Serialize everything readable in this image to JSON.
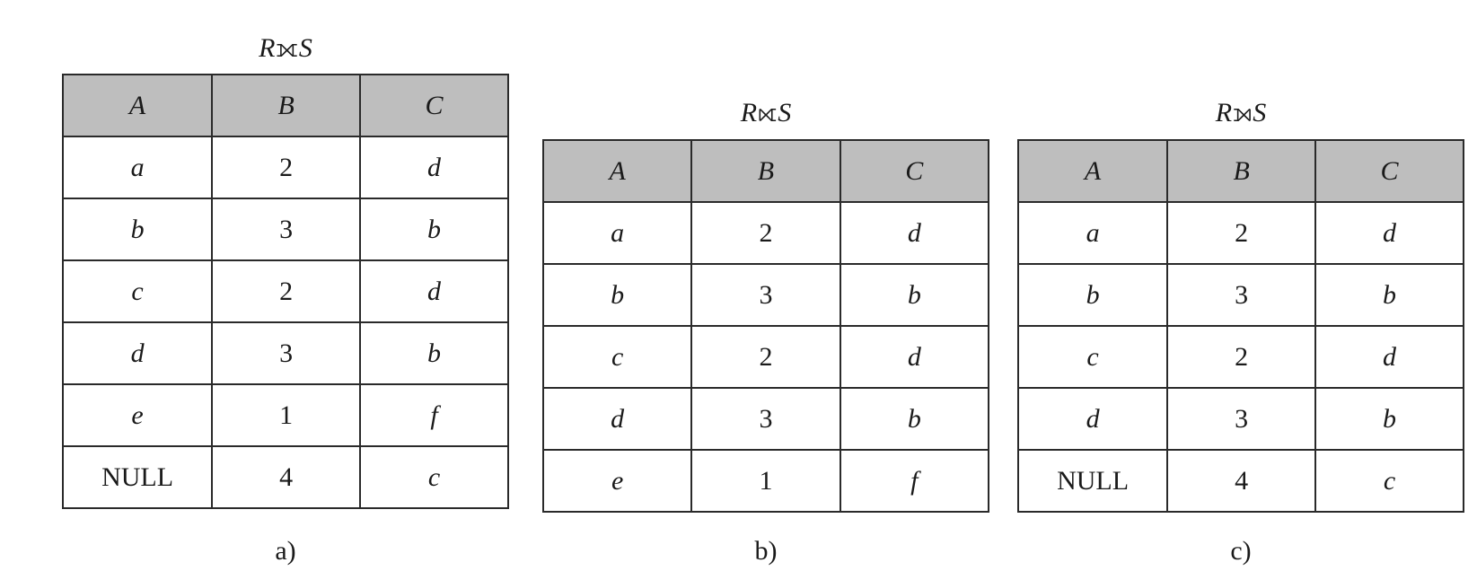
{
  "tables": [
    {
      "caption": "a)",
      "title": {
        "left": "R",
        "symbol": "⟗",
        "right": "S"
      },
      "headers": [
        "A",
        "B",
        "C"
      ],
      "rows": [
        [
          "a",
          "2",
          "d"
        ],
        [
          "b",
          "3",
          "b"
        ],
        [
          "c",
          "2",
          "d"
        ],
        [
          "d",
          "3",
          "b"
        ],
        [
          "e",
          "1",
          "f"
        ],
        [
          "NULL",
          "4",
          "c"
        ]
      ]
    },
    {
      "caption": "b)",
      "title": {
        "left": "R",
        "symbol": "⟖",
        "right": "S"
      },
      "headers": [
        "A",
        "B",
        "C"
      ],
      "rows": [
        [
          "a",
          "2",
          "d"
        ],
        [
          "b",
          "3",
          "b"
        ],
        [
          "c",
          "2",
          "d"
        ],
        [
          "d",
          "3",
          "b"
        ],
        [
          "e",
          "1",
          "f"
        ]
      ]
    },
    {
      "caption": "c)",
      "title": {
        "left": "R",
        "symbol": "⟕",
        "right": "S"
      },
      "headers": [
        "A",
        "B",
        "C"
      ],
      "rows": [
        [
          "a",
          "2",
          "d"
        ],
        [
          "b",
          "3",
          "b"
        ],
        [
          "c",
          "2",
          "d"
        ],
        [
          "d",
          "3",
          "b"
        ],
        [
          "NULL",
          "4",
          "c"
        ]
      ]
    }
  ]
}
